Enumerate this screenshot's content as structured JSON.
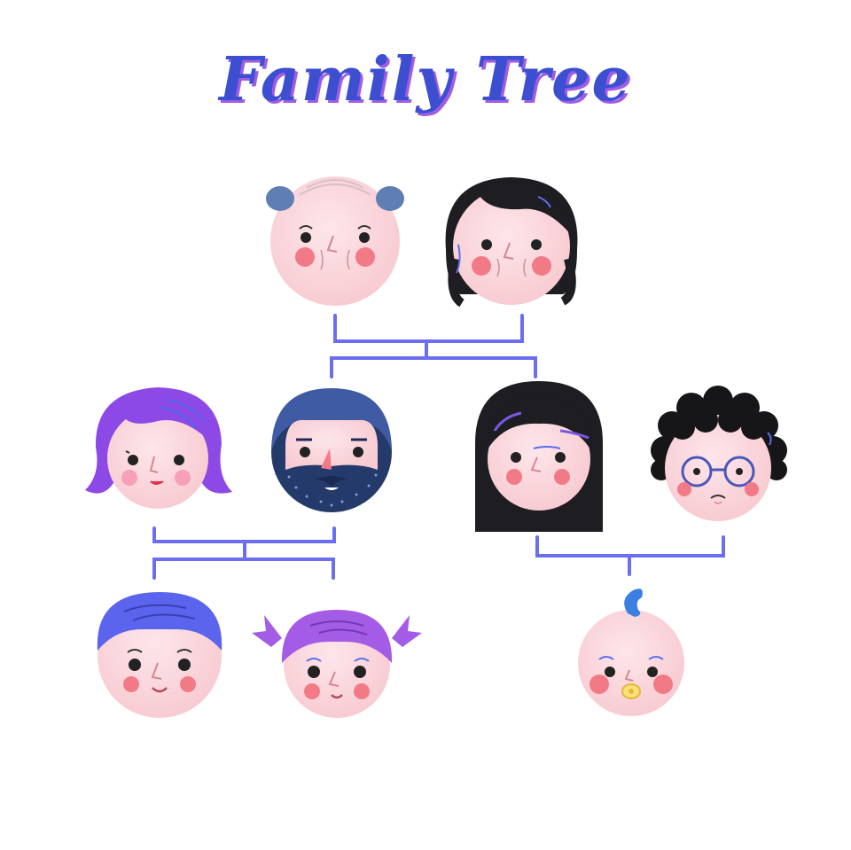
{
  "title": "Family Tree",
  "colors": {
    "connector": "#6b6ef0",
    "skin": "#fbd9de",
    "cheek": "#f27a86",
    "title": "#3c4fd0",
    "title_shadow": "#a05ce6"
  },
  "members": [
    {
      "id": "grandfather",
      "generation": 1,
      "icon": "bald-grandfather-face"
    },
    {
      "id": "grandmother",
      "generation": 1,
      "icon": "short-black-hair-grandmother-face"
    },
    {
      "id": "mother-left",
      "generation": 2,
      "icon": "purple-bob-hair-woman-face"
    },
    {
      "id": "father-left",
      "generation": 2,
      "icon": "bearded-man-face"
    },
    {
      "id": "mother-right",
      "generation": 2,
      "icon": "long-black-hair-woman-face"
    },
    {
      "id": "father-right",
      "generation": 2,
      "icon": "curly-hair-glasses-man-face"
    },
    {
      "id": "boy",
      "generation": 3,
      "icon": "blue-hair-boy-face"
    },
    {
      "id": "girl",
      "generation": 3,
      "icon": "pigtails-girl-face"
    },
    {
      "id": "baby",
      "generation": 3,
      "icon": "baby-with-pacifier-face"
    }
  ]
}
